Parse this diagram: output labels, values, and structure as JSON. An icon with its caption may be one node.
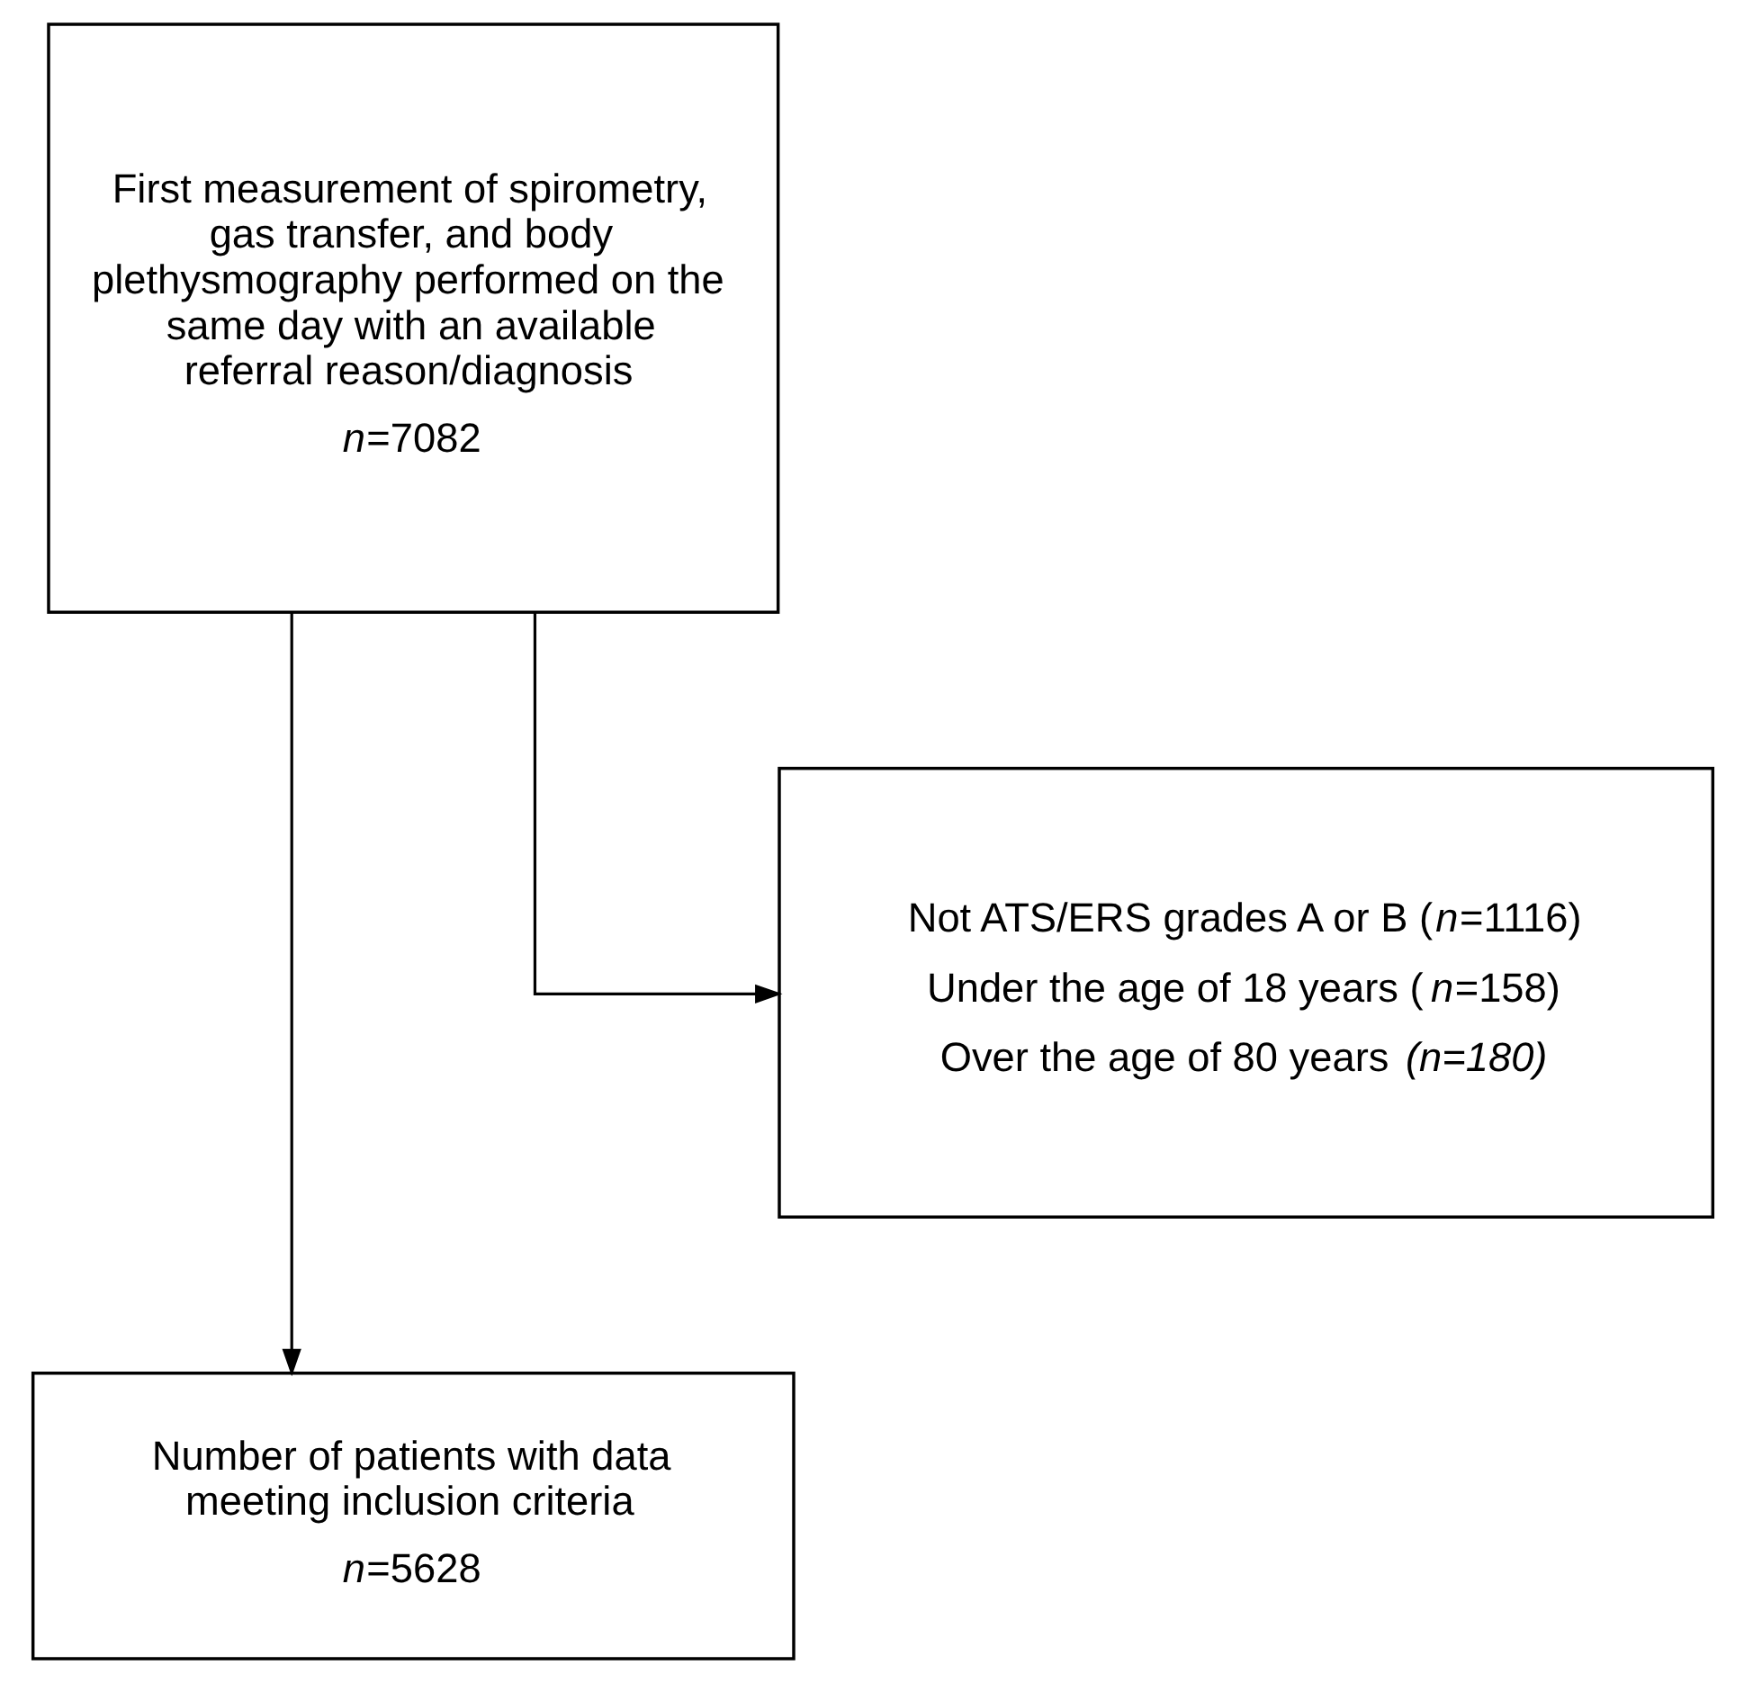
{
  "diagram": {
    "nodes": [
      {
        "text": [
          "First measurement of spirometry, gas transfer, and body plethysmography performed on the same day with an available referral reason/diagnosis",
          "*n*=7082"
        ]
      },
      {
        "text": [
          "Not ATS/ERS grades A or B (*n*=1116)",
          "Under the age of 18 years (*n*=158)",
          "Over the age of 80 years *(n=180)*"
        ]
      },
      {
        "text": [
          "Number of patients with data meeting inclusion criteria",
          "*n*=5628"
        ]
      }
    ],
    "edges": [
      {
        "from": 0,
        "to": 1,
        "arrow": "to"
      },
      {
        "from": 0,
        "to": 2,
        "arrow": "to"
      }
    ]
  }
}
